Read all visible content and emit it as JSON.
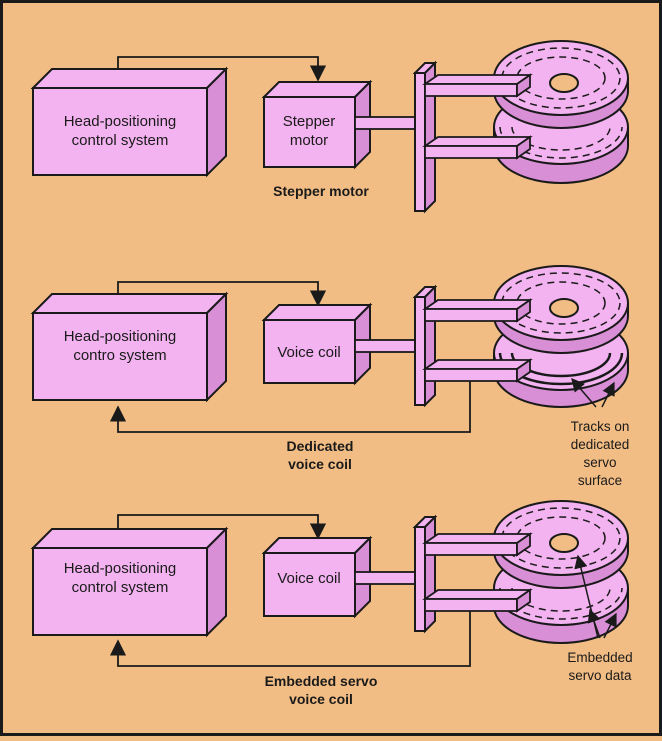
{
  "colors": {
    "background": "#f2bd84",
    "component_fill": "#f3b3f0",
    "component_side": "#d98fd6",
    "stroke": "#1a1a1a"
  },
  "panels": [
    {
      "control_label": [
        "Head-positioning",
        "control system"
      ],
      "actuator_label": [
        "Stepper",
        "motor"
      ],
      "caption": [
        "Stepper motor"
      ],
      "note": []
    },
    {
      "control_label": [
        "Head-positioning",
        "contro system"
      ],
      "actuator_label": [
        "Voice coil"
      ],
      "caption": [
        "Dedicated",
        "voice coil"
      ],
      "note": [
        "Tracks on",
        "dedicated",
        "servo",
        "surface"
      ]
    },
    {
      "control_label": [
        "Head-positioning",
        "control system"
      ],
      "actuator_label": [
        "Voice coil"
      ],
      "caption": [
        "Embedded servo",
        "voice coil"
      ],
      "note": [
        "Embedded",
        "servo data"
      ]
    }
  ]
}
